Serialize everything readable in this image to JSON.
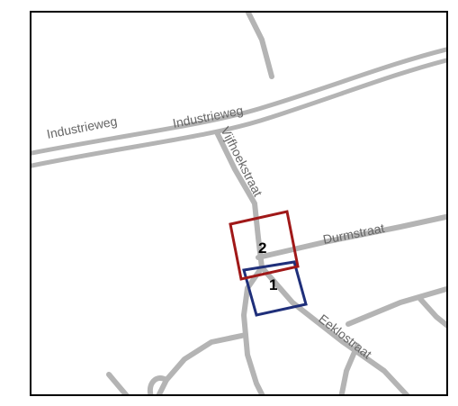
{
  "map": {
    "colors": {
      "background": "#ffffff",
      "road": "#b4b4b4",
      "label": "#666666",
      "frame": "#000000",
      "zone_1": "#1f2f7a",
      "zone_2": "#a01818"
    },
    "streets": {
      "industrieweg_west": "Industrieweg",
      "industrieweg_east": "Industrieweg",
      "vijfhoekstraat": "Vijfhoekstraat",
      "durmstraat": "Durmstraat",
      "eeklostraat": "Eeklostraat"
    },
    "zones": [
      {
        "id": "zone-1",
        "label": "1",
        "color": "#1f2f7a"
      },
      {
        "id": "zone-2",
        "label": "2",
        "color": "#a01818"
      }
    ]
  }
}
